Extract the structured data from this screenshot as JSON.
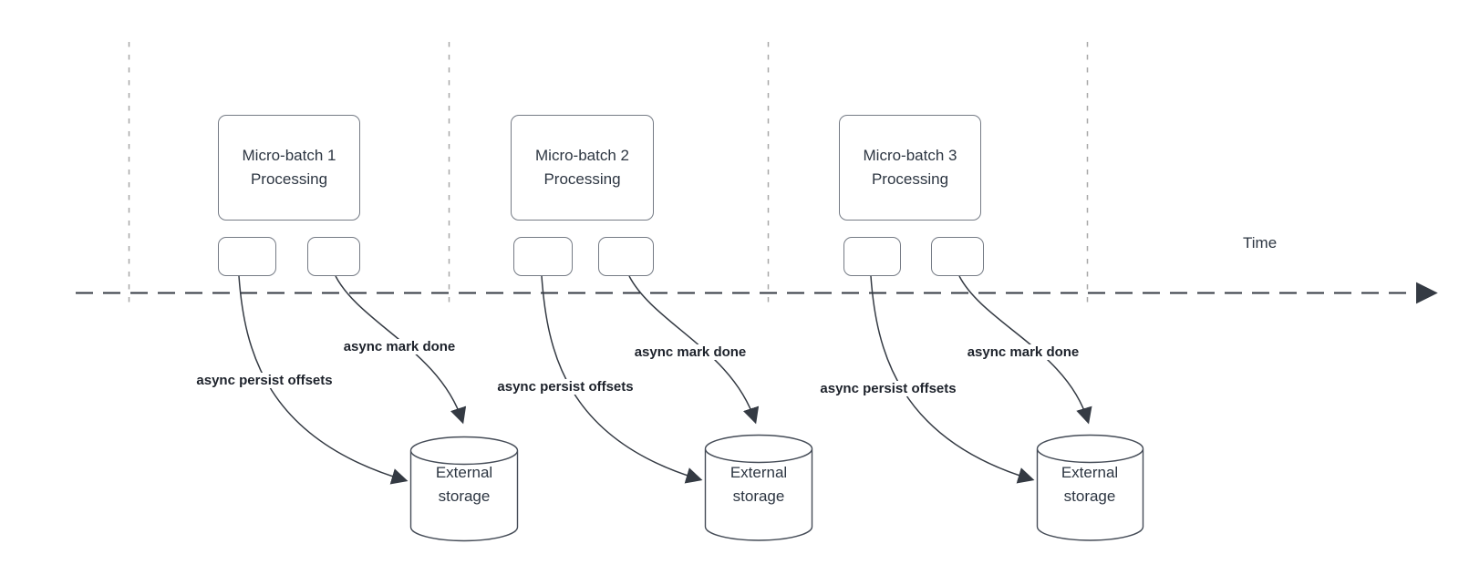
{
  "timeline": {
    "label": "Time"
  },
  "sections": [
    {
      "box_label": "Micro-batch 1 Processing",
      "persist_label": "async persist offsets",
      "mark_done_label": "async mark done",
      "storage_label": "External storage"
    },
    {
      "box_label": "Micro-batch 2 Processing",
      "persist_label": "async persist offsets",
      "mark_done_label": "async mark done",
      "storage_label": "External storage"
    },
    {
      "box_label": "Micro-batch 3 Processing",
      "persist_label": "async persist offsets",
      "mark_done_label": "async mark done",
      "storage_label": "External storage"
    }
  ],
  "colors": {
    "background": "#ffffff",
    "node_border": "#757b85",
    "storage_border": "#454c57",
    "arrow": "#343a43",
    "guide_dash": "#a8a8a8",
    "text": "#2d3642",
    "edge_label_text": "#1d222b"
  }
}
